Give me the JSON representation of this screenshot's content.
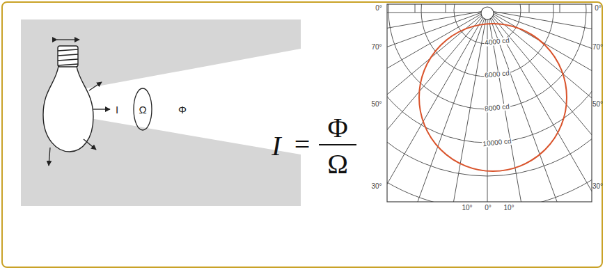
{
  "diagram": {
    "labels": [
      "I",
      "Ω",
      "Φ",
      "I",
      "=",
      "Φ",
      "Ω",
      "0°",
      "0°",
      "70°",
      "70°",
      "4000 cd",
      "6000 cd",
      "50°",
      "50°",
      "8000 cd",
      "10000 cd",
      "30°",
      "30°",
      "10°",
      "0°",
      "10°"
    ]
  }
}
